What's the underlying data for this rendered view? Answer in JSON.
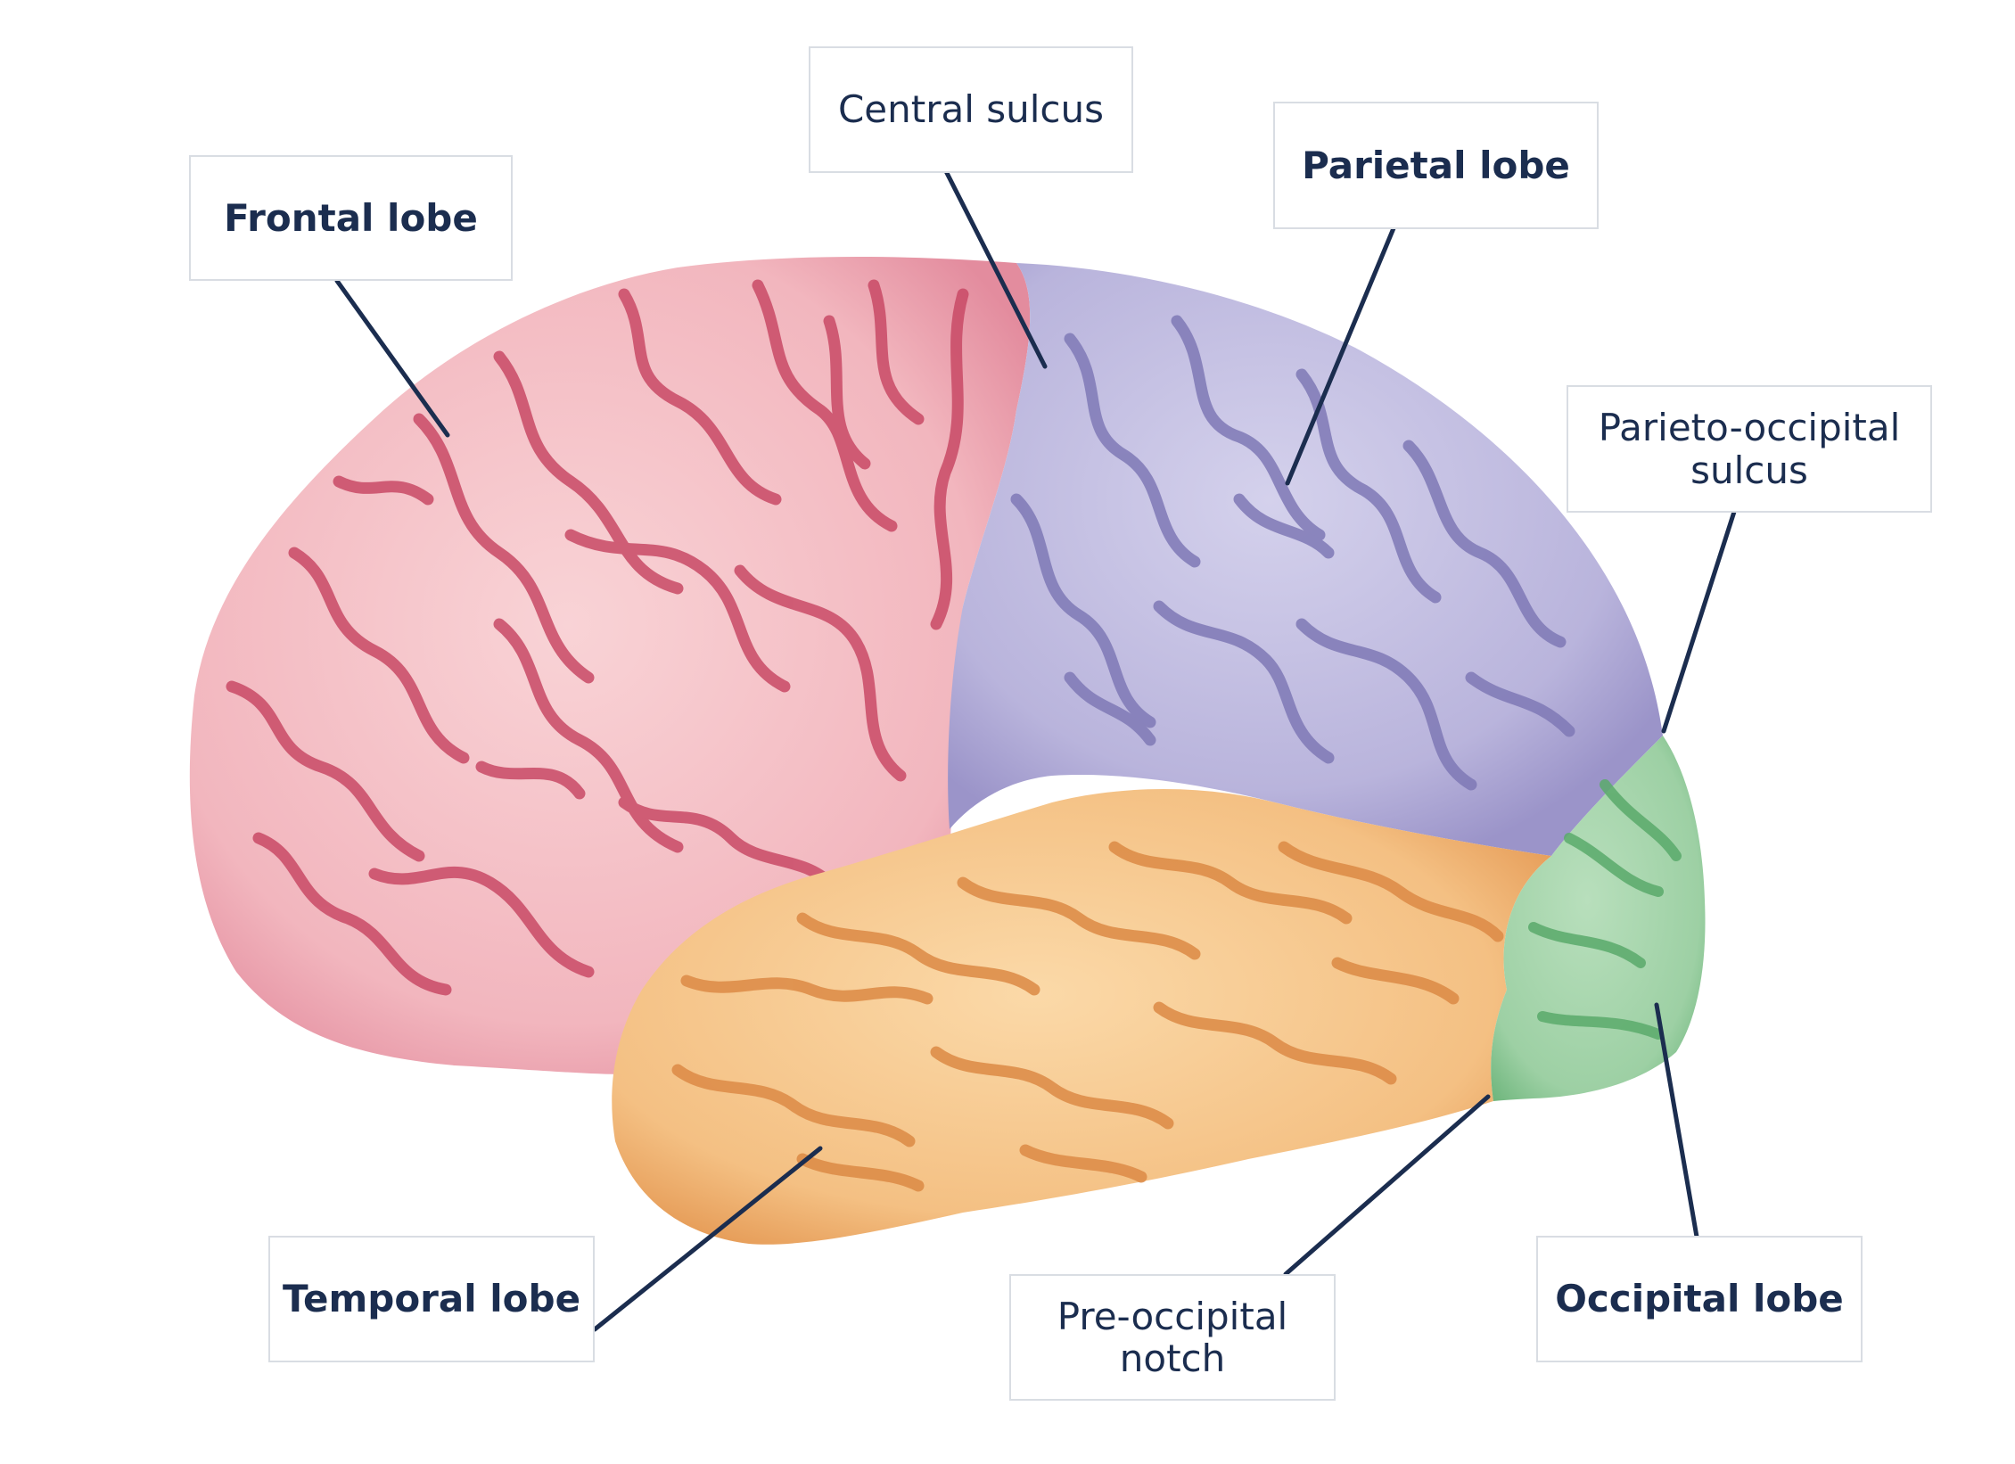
{
  "labels": {
    "frontal_lobe": "Frontal lobe",
    "central_sulcus": "Central sulcus",
    "parietal_lobe": "Parietal lobe",
    "parieto_occipital_sulcus": [
      "Parieto-occipital",
      "sulcus"
    ],
    "temporal_lobe": "Temporal lobe",
    "pre_occipital_notch": [
      "Pre-occipital",
      "notch"
    ],
    "occipital_lobe": "Occipital lobe"
  },
  "colors": {
    "frontal_fill": "#f2b9c0",
    "frontal_sulci": "#c94a66",
    "parietal_fill": "#b9b4dc",
    "parietal_sulci": "#7f79b6",
    "temporal_fill": "#f6c48a",
    "temporal_sulci": "#dc8a45",
    "occipital_fill": "#9fd2a6",
    "occipital_sulci": "#5aaa6b",
    "leader_line": "#1b2d4f",
    "label_text": "#1b2d4f",
    "label_border": "#d9dde3"
  }
}
